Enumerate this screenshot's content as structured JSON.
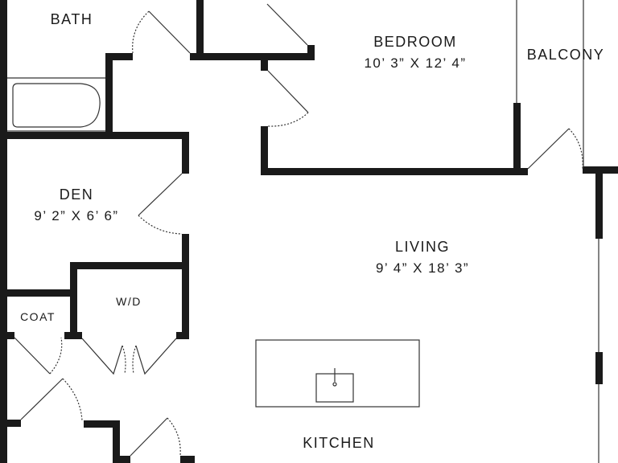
{
  "rooms": {
    "bath": {
      "name": "BATH"
    },
    "bedroom": {
      "name": "BEDROOM",
      "dims": "10’ 3” X 12’ 4”"
    },
    "balcony": {
      "name": "BALCONY"
    },
    "den": {
      "name": "DEN",
      "dims": "9’ 2” X 6’ 6”"
    },
    "living": {
      "name": "LIVING",
      "dims": "9’ 4” X 18’ 3”"
    },
    "coat": {
      "name": "COAT"
    },
    "wd": {
      "name": "W/D"
    },
    "kitchen": {
      "name": "KITCHEN"
    }
  },
  "colors": {
    "wall": "#1a1a1a",
    "line": "#333333",
    "background": "#ffffff"
  }
}
